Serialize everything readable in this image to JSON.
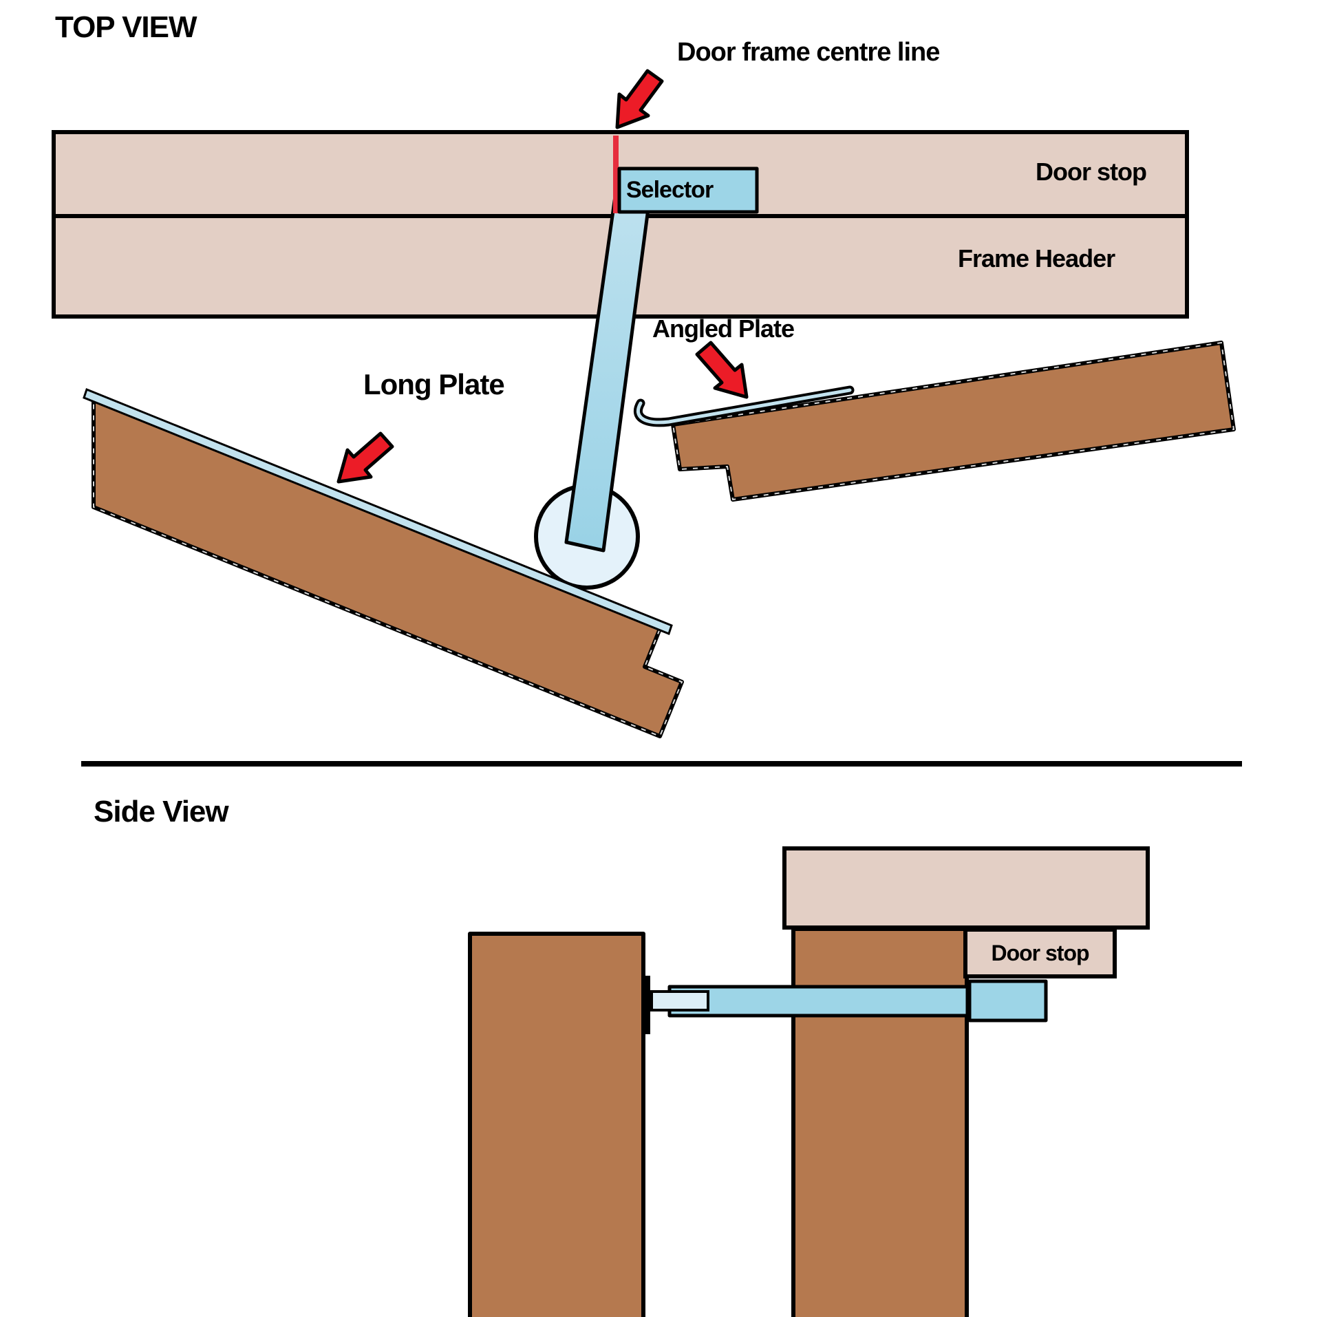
{
  "top_view": {
    "title": "TOP VIEW",
    "labels": {
      "centre_line": "Door frame centre line",
      "door_stop": "Door stop",
      "frame_header": "Frame Header",
      "selector": "Selector",
      "angled_plate": "Angled Plate",
      "long_plate": "Long Plate"
    }
  },
  "side_view": {
    "title": "Side View",
    "labels": {
      "door_stop": "Door stop"
    }
  },
  "colors": {
    "tan": "#e3cfc5",
    "brown": "#b5794f",
    "blue": "#9dd5e7",
    "pale_blue": "#dceef7",
    "circle_blue": "#e4f2fa",
    "strip_blue": "#c2e2ee",
    "red": "#ec1c27",
    "red_line": "#e62e3e"
  }
}
